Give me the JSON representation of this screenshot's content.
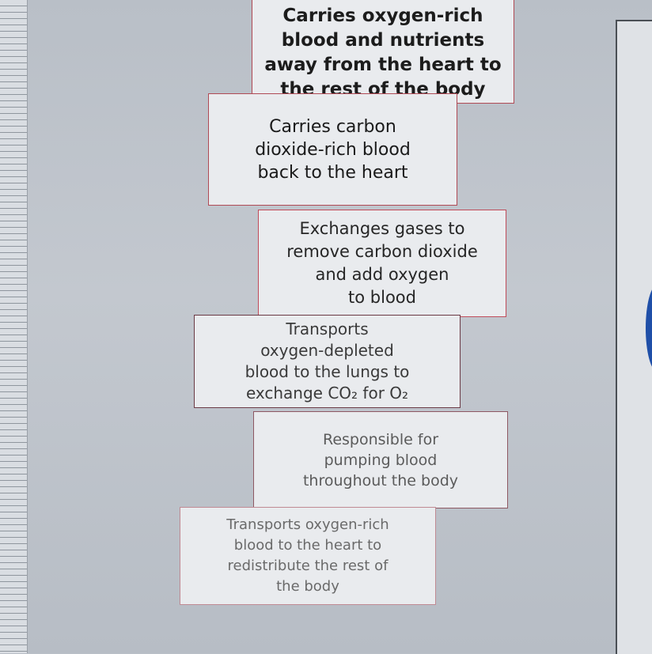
{
  "cards": [
    {
      "text": "Carries oxygen-rich\nblood and nutrients\naway from the heart to\nthe rest of the body"
    },
    {
      "text": "Carries carbon\ndioxide-rich blood\nback to the heart"
    },
    {
      "text": "Exchanges gases to\nremove carbon dioxide\nand add oxygen\nto blood"
    },
    {
      "text": "Transports\noxygen-depleted\nblood to the lungs to\nexchange CO₂ for O₂"
    },
    {
      "text": "Responsible for\npumping blood\nthroughout the body"
    },
    {
      "text": "Transports oxygen-rich\nblood to the heart to\nredistribute the rest of\nthe body"
    }
  ]
}
